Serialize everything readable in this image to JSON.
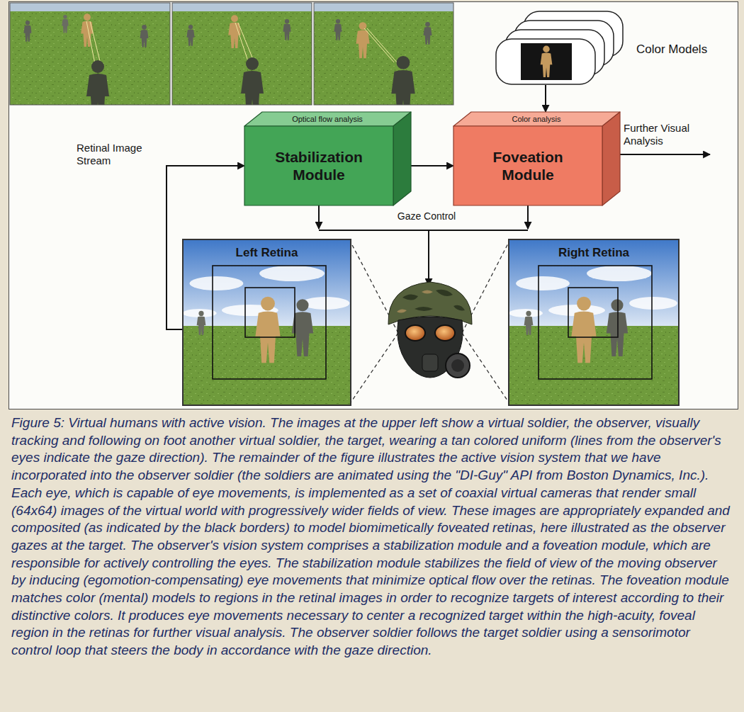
{
  "diagram": {
    "caption": "Figure 5: Virtual humans with active vision. The images at the upper left show a virtual soldier, the observer, visually tracking and following on foot another virtual soldier, the target, wearing a tan colored uniform (lines from the observer's eyes indicate the gaze direction). The remainder of the figure illustrates the active vision system that we have incorporated into the observer soldier (the soldiers are animated using the \"DI-Guy\" API from Boston Dynamics, Inc.). Each eye, which is capable of eye movements, is implemented as a set of coaxial virtual cameras that render small (64x64) images of the virtual world with progressively wider fields of view. These images are appropriately expanded and composited (as indicated by the black borders) to model biomimetically foveated retinas, here illustrated as the observer gazes at the target. The observer's vision system comprises a stabilization module and a foveation module, which are responsible for actively controlling the eyes. The stabilization module stabilizes the field of view of the moving observer by inducing (egomotion-compensating) eye movements that minimize optical flow over the retinas. The foveation module matches color (mental) models to regions in the retinal images in order to recognize targets of interest according to their distinctive colors. It produces eye movements necessary to center a recognized target within the high-acuity, foveal region in the retinas for further visual analysis. The observer soldier follows the target soldier using a sensorimotor control loop that steers the body in accordance with the gaze direction.",
    "nodes": [
      {
        "text": [
          "Color Models"
        ]
      },
      {
        "text": [
          "Optical flow analysis",
          "Stabilization Module"
        ]
      },
      {
        "text": [
          "Color analysis",
          "Foveation Module"
        ]
      },
      {
        "text": [
          "Left Retina"
        ]
      },
      {
        "text": [
          "Right Retina"
        ]
      }
    ],
    "edges": [
      {
        "from": 3,
        "to": 1,
        "arrow": "to",
        "label": "Retinal Image Stream"
      },
      {
        "from": 1,
        "to": 2,
        "arrow": "to"
      },
      {
        "from": 0,
        "to": 2,
        "arrow": "to"
      }
    ],
    "labels": [
      "Further Visual Analysis",
      "Gaze Control"
    ]
  }
}
